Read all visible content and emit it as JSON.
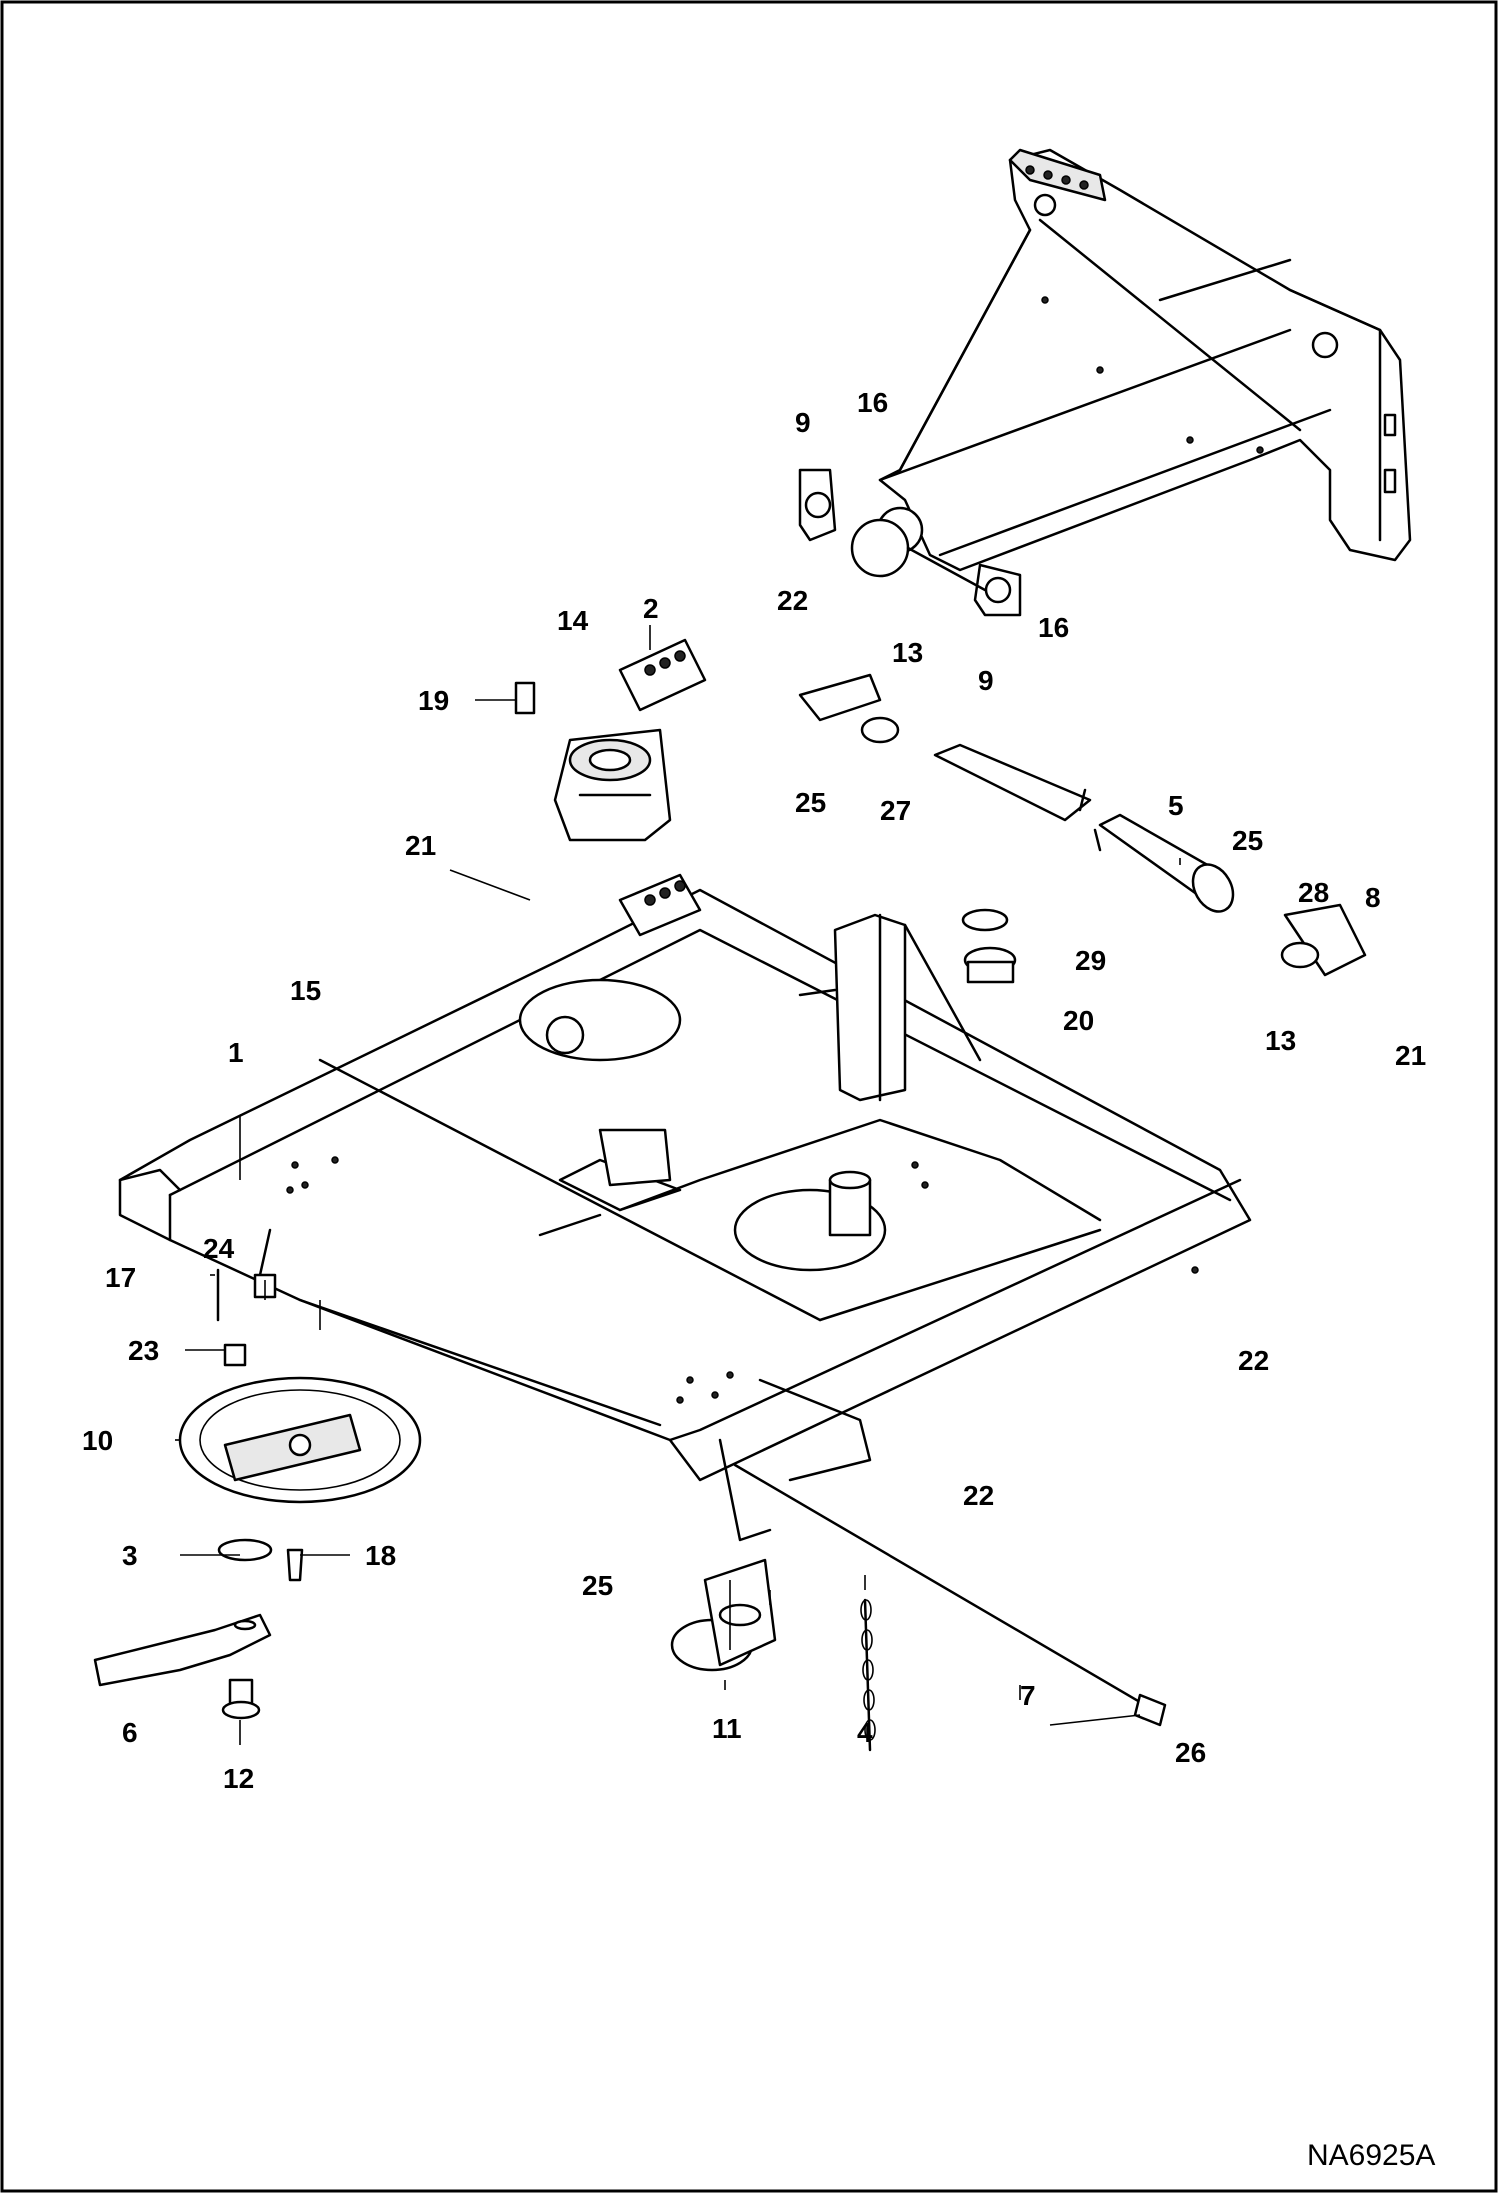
{
  "drawing_code": "NA6925A",
  "callouts": {
    "c1": "1",
    "c2": "2",
    "c3": "3",
    "c4": "4",
    "c5": "5",
    "c6": "6",
    "c7": "7",
    "c8": "8",
    "c9a": "9",
    "c9b": "9",
    "c10": "10",
    "c11": "11",
    "c12": "12",
    "c13a": "13",
    "c13b": "13",
    "c14": "14",
    "c15": "15",
    "c16a": "16",
    "c16b": "16",
    "c17": "17",
    "c18": "18",
    "c19": "19",
    "c20": "20",
    "c21a": "21",
    "c21b": "21",
    "c22a": "22",
    "c22b": "22",
    "c22c": "22",
    "c23": "23",
    "c24": "24",
    "c25a": "25",
    "c25b": "25",
    "c25c": "25",
    "c26": "26",
    "c27": "27",
    "c28": "28",
    "c29": "29"
  }
}
